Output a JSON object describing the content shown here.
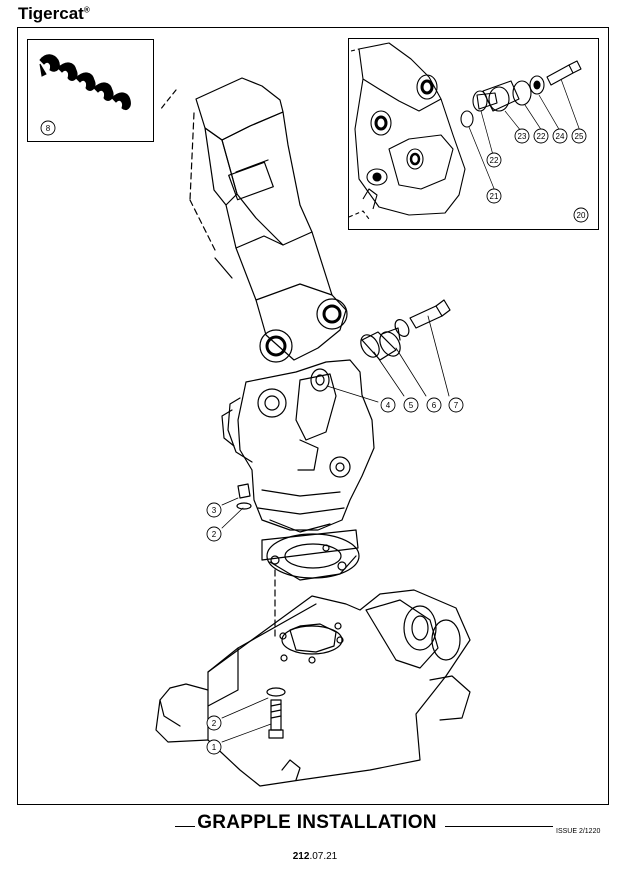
{
  "header": {
    "brand": "Tigercat",
    "brand_mark": "®"
  },
  "title": "GRAPPLE INSTALLATION",
  "issue": "ISSUE 2/1220",
  "page": {
    "section": "212",
    "rest": ".07.21"
  },
  "callouts": {
    "c1": "1",
    "c2a": "2",
    "c2b": "2",
    "c3": "3",
    "c4": "4",
    "c5": "5",
    "c6": "6",
    "c7": "7",
    "c8": "8",
    "c20": "20",
    "c21": "21",
    "c22a": "22",
    "c22b": "22",
    "c23": "23",
    "c24": "24",
    "c25": "25"
  },
  "colors": {
    "line": "#000000",
    "paper": "#ffffff",
    "shade": "#d9d9d9"
  }
}
